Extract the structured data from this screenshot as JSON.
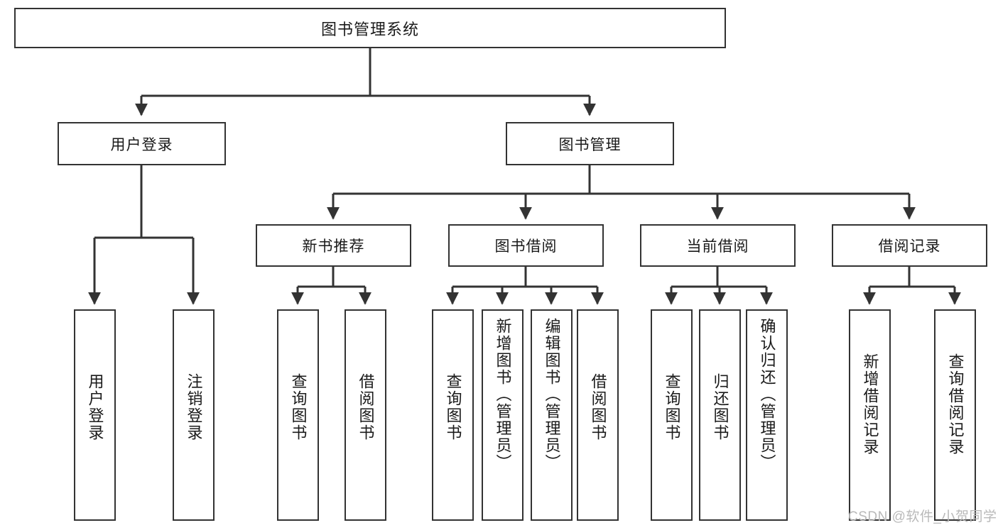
{
  "diagram": {
    "title": "图书管理系统",
    "type": "hierarchy-tree",
    "root": {
      "label": "图书管理系统"
    },
    "level2": [
      {
        "label": "用户登录"
      },
      {
        "label": "图书管理"
      }
    ],
    "level3": [
      {
        "label": "新书推荐"
      },
      {
        "label": "图书借阅"
      },
      {
        "label": "当前借阅"
      },
      {
        "label": "借阅记录"
      }
    ],
    "leaves": [
      {
        "label": "用户登录"
      },
      {
        "label": "注销登录"
      },
      {
        "label": "查询图书"
      },
      {
        "label": "借阅图书"
      },
      {
        "label": "查询图书"
      },
      {
        "label": "新增图书（管理员）"
      },
      {
        "label": "编辑图书（管理员）"
      },
      {
        "label": "借阅图书"
      },
      {
        "label": "查询图书"
      },
      {
        "label": "归还图书"
      },
      {
        "label": "确认归还（管理员）"
      },
      {
        "label": "新增借阅记录"
      },
      {
        "label": "查询借阅记录"
      }
    ],
    "watermark": "CSDN @软件_小贺同学",
    "colors": {
      "stroke": "#333333",
      "text": "#1a1a1a",
      "background": "#ffffff",
      "watermark": "#b9b9b9"
    }
  }
}
